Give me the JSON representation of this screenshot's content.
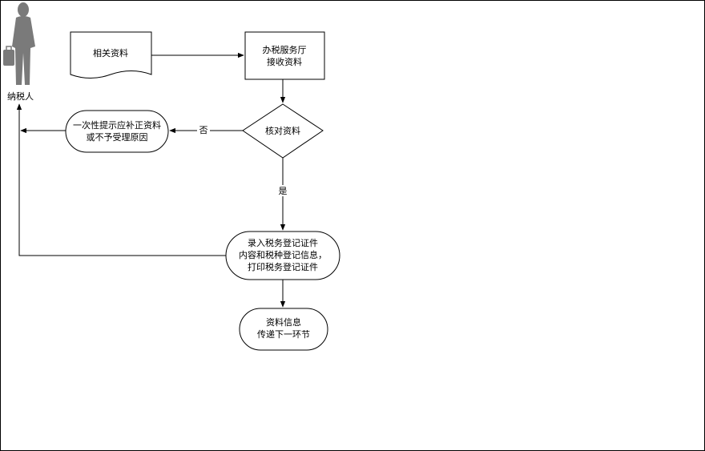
{
  "actor": {
    "label": "纳税人"
  },
  "nodes": {
    "related_docs": {
      "line1": "相关资料"
    },
    "hall_receive": {
      "line1": "办税服务厅",
      "line2": "接收资料"
    },
    "verify": {
      "line1": "核对资料"
    },
    "reject": {
      "line1": "一次性提示应补正资料",
      "line2": "或不予受理原因"
    },
    "register": {
      "line1": "录入税务登记证件",
      "line2": "内容和税种登记信息，",
      "line3": "打印税务登记证件"
    },
    "transfer": {
      "line1": "资料信息",
      "line2": "传递下一环节"
    }
  },
  "edges": {
    "no_label": "否",
    "yes_label": "是"
  },
  "colors": {
    "line": "#000000",
    "box_fill": "#ffffff",
    "actor": "#7a7a7a"
  }
}
